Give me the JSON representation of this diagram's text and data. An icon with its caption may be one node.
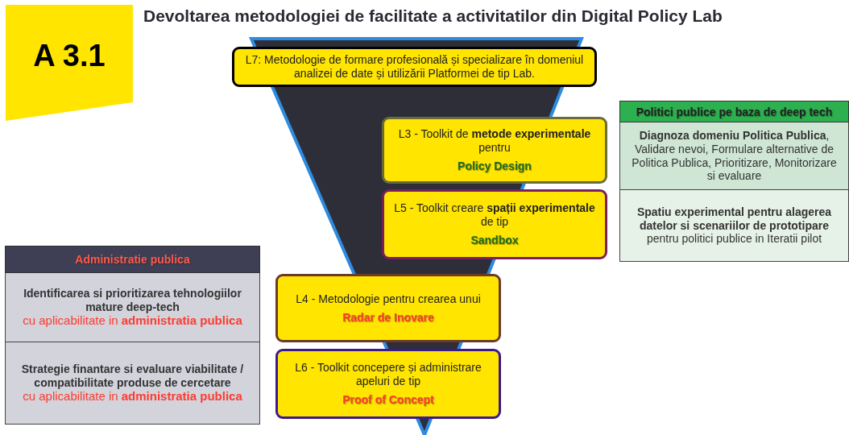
{
  "diagram": {
    "title": "Devoltarea metodologiei de facilitate a activitatilor din Digital Policy Lab",
    "nodes": [
      {
        "text": [
          "A 3.1"
        ]
      },
      {
        "text": [
          "L7: Metodologie de formare profesională și specializare în domeniul analizei de date și utilizării Platformei de tip Lab."
        ]
      },
      {
        "text": [
          "L3 - Toolkit de **metode experimentale** pentru",
          "Policy Design"
        ]
      },
      {
        "text": [
          "L5 - Toolkit creare **spații experimentale** de tip",
          "Sandbox"
        ]
      },
      {
        "text": [
          "L4 - Metodologie pentru crearea unui",
          "Radar de Inovare"
        ]
      },
      {
        "text": [
          "L6 - Toolkit concepere și administrare apeluri de tip",
          "Proof of Concept"
        ]
      },
      {
        "text": [
          "Politici publice pe baza de deep tech"
        ]
      },
      {
        "text": [
          "**Diagnoza domeniu Politica Publica**, Validare nevoi, Formulare alternative de Politica Publica, Prioritizare, Monitorizare si evaluare"
        ]
      },
      {
        "text": [
          "**Spatiu experimental pentru alagerea datelor si scenariilor de prototipare** pentru politici publice in Iteratii pilot"
        ]
      },
      {
        "text": [
          "Administratie publica"
        ]
      },
      {
        "text": [
          "Identificarea si prioritizarea tehnologiilor mature deep-tech",
          "cu aplicabilitate in **administratia publica**"
        ]
      },
      {
        "text": [
          "Strategie finantare si evaluare viabilitate / compatibilitate produse de cercetare",
          "cu aplicabilitate in **administratia publica**"
        ]
      }
    ],
    "edges": []
  }
}
